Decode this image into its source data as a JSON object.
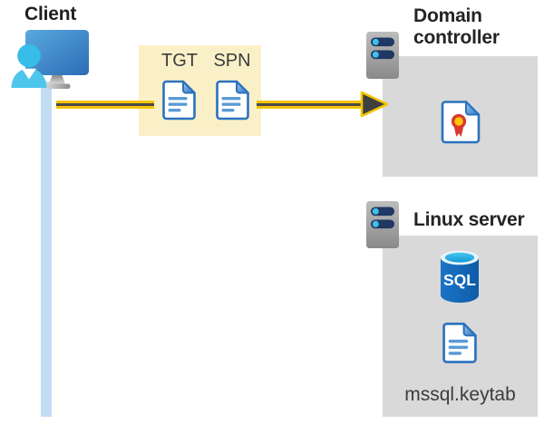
{
  "client": {
    "label": "Client"
  },
  "tokens": {
    "tgt_label": "TGT",
    "spn_label": "SPN"
  },
  "domain_controller": {
    "label": "Domain controller"
  },
  "linux_server": {
    "label": "Linux server",
    "sql_label": "SQL",
    "keytab_label": "mssql.keytab"
  },
  "icons": {
    "client-icon": "person at monitor",
    "server-icon": "server tower with indicator lights",
    "document-icon": "page with folded corner and text lines",
    "certificate-icon": "page with red rosette seal",
    "sql-database-icon": "blue database cylinder labeled SQL",
    "arrow-right-icon": "yellow arrow with dark core pointing right"
  },
  "colors": {
    "arrow_yellow": "#F3C400",
    "arrow_core": "#4A4A4A",
    "highlight_box": "#FAF0C8",
    "panel_gray": "#D9D9D9",
    "client_line_blue": "#C3DCF6",
    "icon_blue": "#2B72BF",
    "doc_line_blue": "#5B9BD5",
    "slot_navy": "#1F3864",
    "cyan": "#41C0E9",
    "ribbon_red": "#D8392F",
    "ribbon_gold": "#FFC60B",
    "sql_blue": "#1668B8",
    "title_text": "#242424",
    "label_text": "#3C3C3C"
  }
}
